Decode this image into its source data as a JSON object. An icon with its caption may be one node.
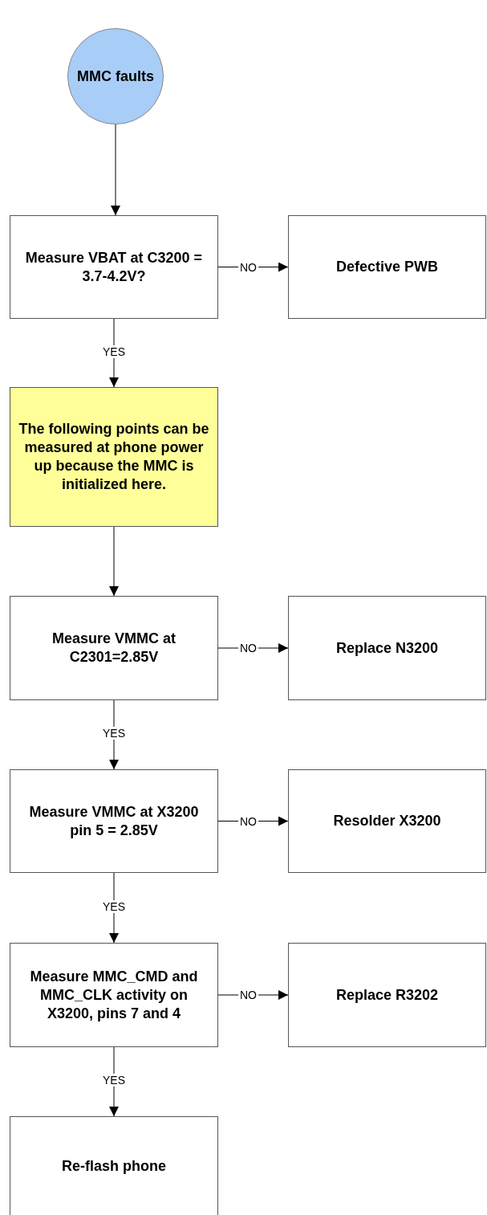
{
  "diagram": {
    "nodes": [
      {
        "text": [
          "MMC faults"
        ]
      },
      {
        "text": [
          "Measure VBAT at C3200 = 3.7-4.2V?"
        ]
      },
      {
        "text": [
          "Defective PWB"
        ]
      },
      {
        "text": [
          "The following points can be measured at phone power up because the MMC is initialized here."
        ]
      },
      {
        "text": [
          "Measure VMMC at C2301=2.85V"
        ]
      },
      {
        "text": [
          "Replace N3200"
        ]
      },
      {
        "text": [
          "Measure VMMC at X3200 pin 5 = 2.85V"
        ]
      },
      {
        "text": [
          "Resolder X3200"
        ]
      },
      {
        "text": [
          "Measure MMC_CMD and MMC_CLK activity on X3200, pins 7 and 4"
        ]
      },
      {
        "text": [
          "Replace R3202"
        ]
      },
      {
        "text": [
          "Re-flash phone"
        ]
      }
    ],
    "edges": [
      {
        "from": 0,
        "to": 1,
        "arrow": "to"
      },
      {
        "from": 1,
        "to": 2,
        "arrow": "to",
        "label": "NO"
      },
      {
        "from": 1,
        "to": 3,
        "arrow": "to",
        "label": "YES"
      },
      {
        "from": 3,
        "to": 4,
        "arrow": "to"
      },
      {
        "from": 4,
        "to": 5,
        "arrow": "to",
        "label": "NO"
      },
      {
        "from": 4,
        "to": 6,
        "arrow": "to",
        "label": "YES"
      },
      {
        "from": 6,
        "to": 7,
        "arrow": "to",
        "label": "NO"
      },
      {
        "from": 6,
        "to": 8,
        "arrow": "to",
        "label": "YES"
      },
      {
        "from": 8,
        "to": 9,
        "arrow": "to",
        "label": "NO"
      },
      {
        "from": 8,
        "to": 10,
        "arrow": "to",
        "label": "YES"
      }
    ]
  }
}
